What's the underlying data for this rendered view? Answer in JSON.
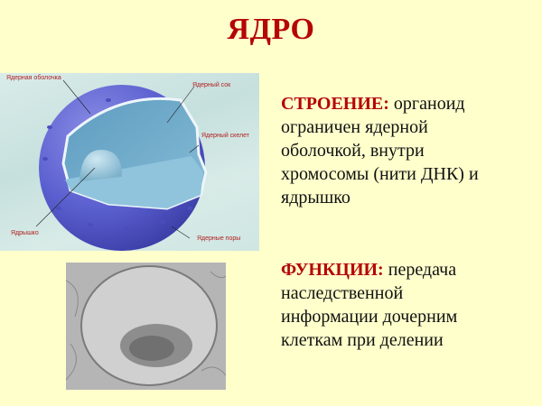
{
  "slide": {
    "title": "ЯДРО",
    "background": "#FFFFCC",
    "accent": "#B50505"
  },
  "diagram": {
    "labels": {
      "envelope": "Ядерная оболочка",
      "sap": "Ядерный сок",
      "skeleton": "Ядерный скелет",
      "nucleolus": "Ядрышко",
      "pores": "Ядерные поры"
    }
  },
  "micrograph": {
    "description": "electron-micrograph-of-nucleus"
  },
  "structure": {
    "keyword": "СТРОЕНИЕ:",
    "lines": [
      " органоид",
      "ограничен ядерной",
      "оболочкой, внутри",
      "хромосомы (нити ДНК) и",
      "ядрышко"
    ]
  },
  "functions": {
    "keyword": "ФУНКЦИИ:",
    "lines": [
      " передача",
      "наследственной",
      "информации дочерним",
      "клеткам при делении"
    ]
  }
}
